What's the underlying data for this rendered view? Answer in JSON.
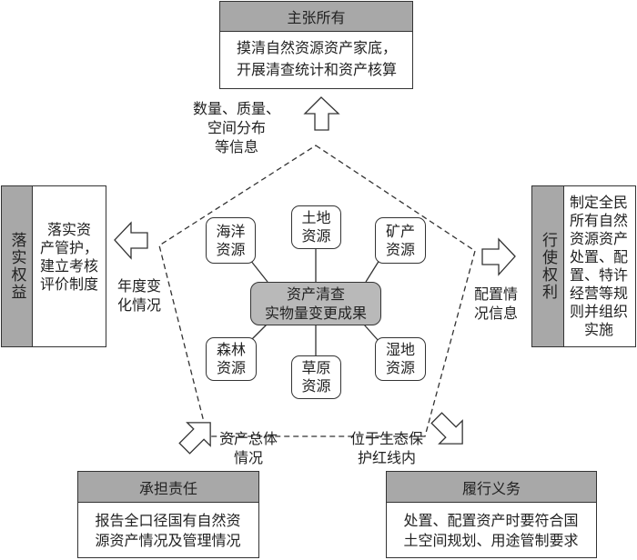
{
  "center": {
    "line1": "资产清查",
    "line2": "实物量变更成果"
  },
  "resources": {
    "ocean": {
      "line1": "海洋",
      "line2": "资源"
    },
    "land": {
      "line1": "土地",
      "line2": "资源"
    },
    "mineral": {
      "line1": "矿产",
      "line2": "资源"
    },
    "forest": {
      "line1": "森林",
      "line2": "资源"
    },
    "grassland": {
      "line1": "草原",
      "line2": "资源"
    },
    "wetland": {
      "line1": "湿地",
      "line2": "资源"
    }
  },
  "top_box": {
    "title": "主张所有",
    "line1": "摸清自然资源资产家底，",
    "line2": "开展清查统计和资产核算"
  },
  "left_box": {
    "title": "落实权益",
    "lines": [
      "落实资",
      "产管护，",
      "建立考核",
      "评价制度"
    ]
  },
  "right_box": {
    "title": "行使权利",
    "lines": [
      "制定全民",
      "所有自然",
      "资源资产",
      "处置、配",
      "置、特许",
      "经营等规",
      "则并组织",
      "实施"
    ]
  },
  "bottom_left_box": {
    "title": "承担责任",
    "line1": "报告全口径国有自然资",
    "line2": "源资产情况及管理情况"
  },
  "bottom_right_box": {
    "title": "履行义务",
    "line1": "处置、配置资产时要符合国",
    "line2": "土空间规划、用途管制要求"
  },
  "arrow_labels": {
    "top": [
      "数量、质量、",
      "空间分布",
      "等信息"
    ],
    "left": [
      "年度变",
      "化情况"
    ],
    "right": [
      "配置情",
      "况信息"
    ],
    "bottom_left": [
      "资产总体",
      "情况"
    ],
    "bottom_right": [
      "位于生态保",
      "护红线内"
    ]
  }
}
